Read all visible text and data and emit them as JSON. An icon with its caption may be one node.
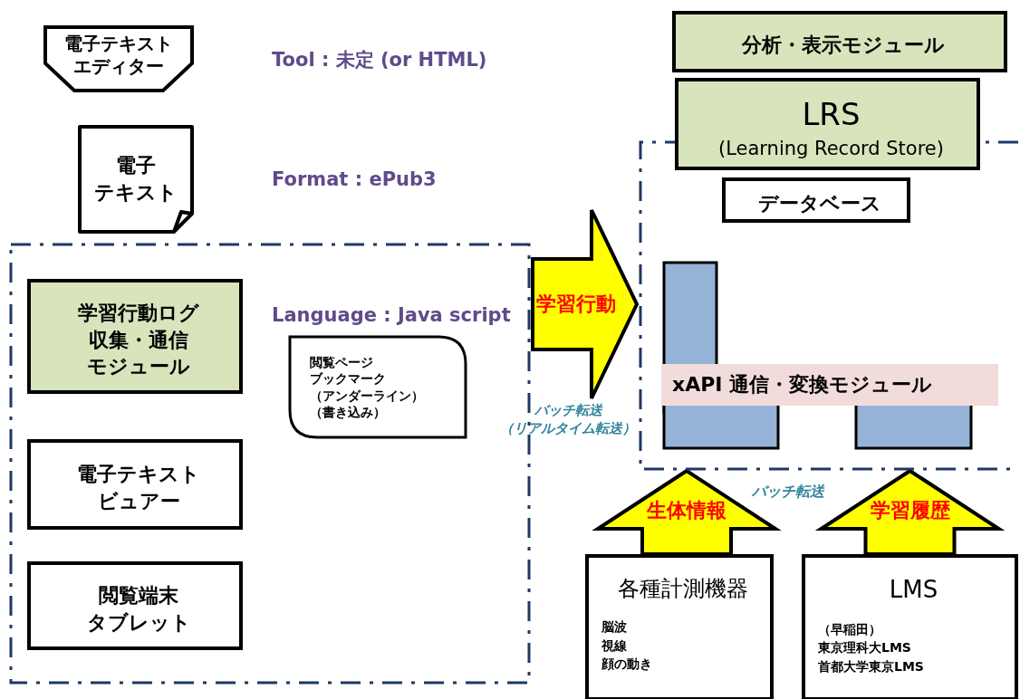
{
  "diagram": {
    "nodes": [
      {
        "text": [
          "電子テキストエディター"
        ]
      },
      {
        "text": [
          "電子テキスト"
        ]
      },
      {
        "text": [],
        "shape": "box"
      },
      {
        "text": [
          "学習行動ログ収集・通信モジュール"
        ],
        "in": 2
      },
      {
        "text": [
          "閲覧ページブックマーク（アンダーライン）（書き込み）"
        ],
        "in": 2
      },
      {
        "text": [
          "電子テキストビュアー"
        ],
        "in": 2
      },
      {
        "text": [
          "閲覧端末タブレット"
        ],
        "in": 2
      },
      {
        "text": [],
        "shape": "box"
      },
      {
        "text": [
          "分析・表示モジュール"
        ]
      },
      {
        "text": [
          "LRS",
          "(Learning Record Store)"
        ]
      },
      {
        "text": [
          "データベース"
        ],
        "in": 7
      },
      {
        "text": [
          "xAPI 通信・変換モジュール"
        ],
        "in": 7
      },
      {
        "text": [
          "各種計測機器",
          "脳波視線顔の動き"
        ]
      },
      {
        "text": [
          "LMS",
          "（早稲田）東京理科大LMS首都大学東京LMS"
        ]
      }
    ],
    "edges": [
      {
        "from": 2,
        "to": 7,
        "arrow": "to",
        "label": "学習行動",
        "style": "thick"
      },
      {
        "from": 12,
        "to": 7,
        "arrow": "to",
        "label": "生体情報",
        "style": "thick"
      },
      {
        "from": 13,
        "to": 7,
        "arrow": "to",
        "label": "学習履歴",
        "style": "thick"
      }
    ],
    "labels": [
      "Tool : 未定 (or HTML)",
      "Format : ePub3",
      "Language : Java script",
      "バッチ転送（リアルタイム転送）",
      "バッチ転送"
    ]
  }
}
